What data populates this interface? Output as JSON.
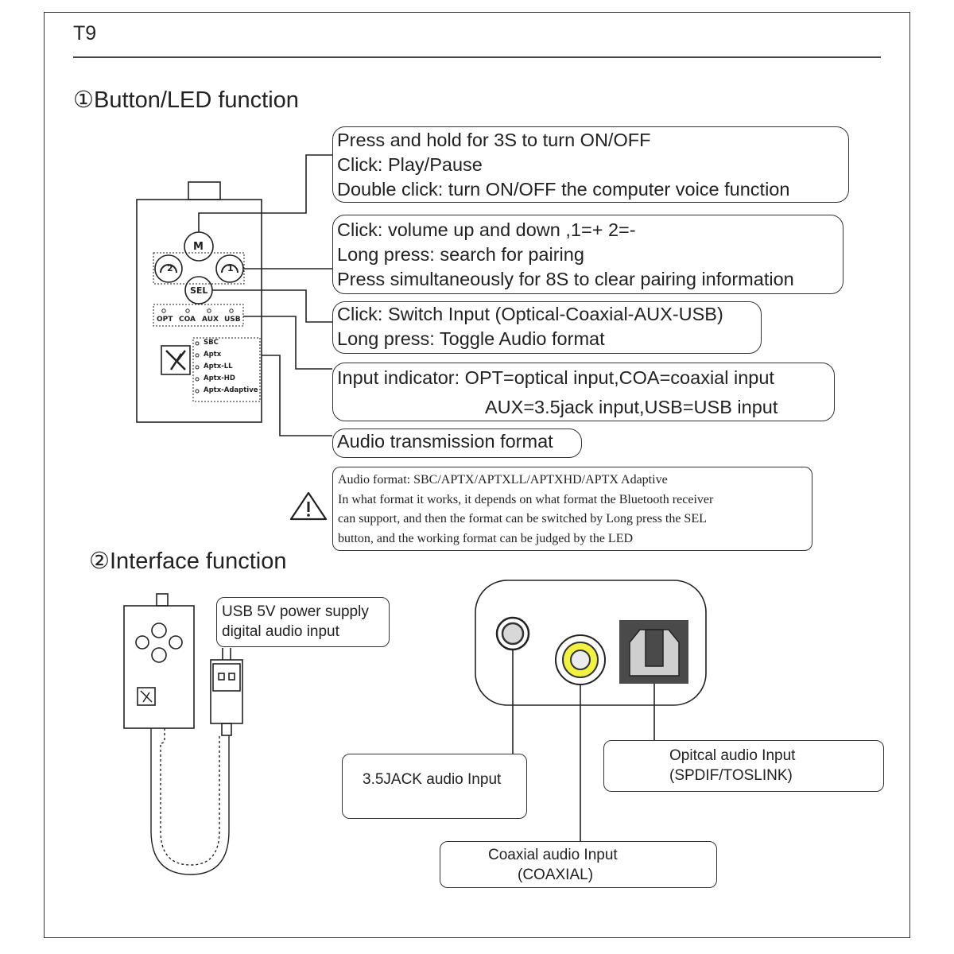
{
  "model": "T9",
  "section1": {
    "title": "①Button/LED function"
  },
  "callouts": {
    "power": [
      "Press and hold for 3S to turn ON/OFF",
      "Click: Play/Pause",
      "Double click: turn ON/OFF the computer voice function"
    ],
    "volume": [
      "Click: volume up and down ,1=+  2=-",
      "Long press: search for pairing",
      "Press simultaneously for 8S to clear pairing information"
    ],
    "sel": [
      "Click: Switch Input (Optical-Coaxial-AUX-USB)",
      "Long press: Toggle Audio format"
    ],
    "input_indicator": [
      "Input indicator: OPT=optical input,COA=coaxial input",
      "AUX=3.5jack input,USB=USB input"
    ],
    "format": [
      "Audio transmission format"
    ]
  },
  "note": [
    "Audio format: SBC/APTX/APTXLL/APTXHD/APTX Adaptive",
    "In what format it works, it depends on what format the Bluetooth receiver",
    "can support, and then the format can be switched by Long press the SEL",
    "button, and the working format can be judged by the  LED"
  ],
  "device": {
    "m_label": "M",
    "h2_label": "2",
    "h1_label": "1",
    "sel_label": "SEL",
    "inputs": [
      "OPT",
      "COA",
      "AUX",
      "USB"
    ],
    "formats": [
      "SBC",
      "Aptx",
      "Aptx-LL",
      "Aptx-HD",
      "Aptx-Adaptive"
    ]
  },
  "section2": {
    "title": "②Interface function"
  },
  "interface": {
    "usb": [
      "USB 5V power supply",
      "digital audio input"
    ],
    "jack": [
      "3.5JACK audio Input"
    ],
    "optical": [
      "Opitcal audio Input",
      "(SPDIF/TOSLINK)"
    ],
    "coaxial": [
      "Coaxial audio Input",
      "(COAXIAL)"
    ]
  }
}
